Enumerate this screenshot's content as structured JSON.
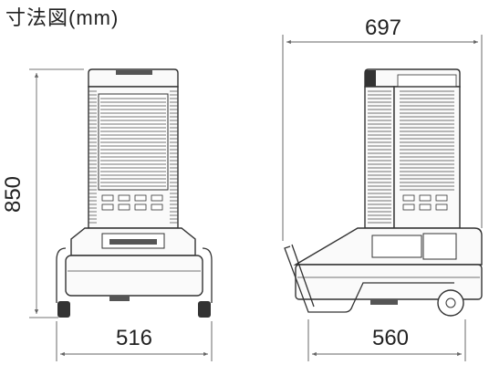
{
  "title": "寸法図(mm)",
  "dimensions": {
    "front_height": "850",
    "front_width": "516",
    "side_width": "560",
    "side_depth": "697"
  }
}
